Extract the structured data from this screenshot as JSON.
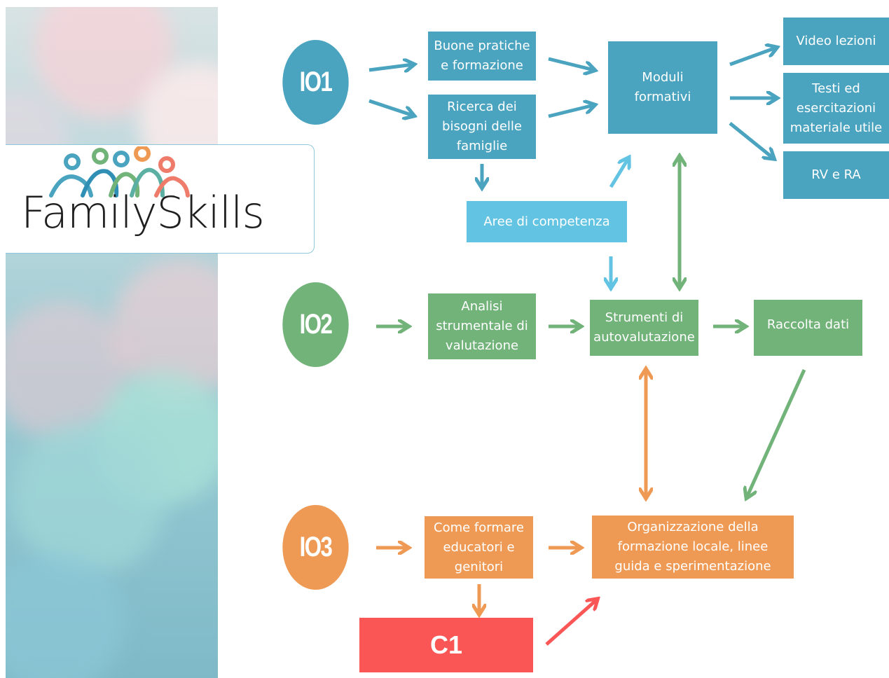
{
  "logo": {
    "text": "FamilySkills"
  },
  "colors": {
    "blue": "#4aa3bf",
    "light_blue": "#62c3e2",
    "green": "#72b37a",
    "orange": "#ef9a54",
    "red": "#fa5656"
  },
  "io1": {
    "label": "IO1",
    "buone_pratiche": "Buone pratiche\ne formazione",
    "ricerca": "Ricerca dei\nbisogni delle\nfamiglie",
    "moduli": "Moduli\nformativi",
    "video": "Video lezioni",
    "testi": "Testi ed\nesercitazioni\nmateriale utile",
    "rv_ra": "RV e RA",
    "aree": "Aree di competenza"
  },
  "io2": {
    "label": "IO2",
    "analisi": "Analisi\nstrumentale di\nvalutazione",
    "strumenti": "Strumenti di\nautovalutazione",
    "raccolta": "Raccolta dati"
  },
  "io3": {
    "label": "IO3",
    "come_formare": "Come formare\neducatori e\ngenitori",
    "organizzazione": "Organizzazione della\nformazione locale, linee\nguida e sperimentazione",
    "c1": "C1"
  }
}
